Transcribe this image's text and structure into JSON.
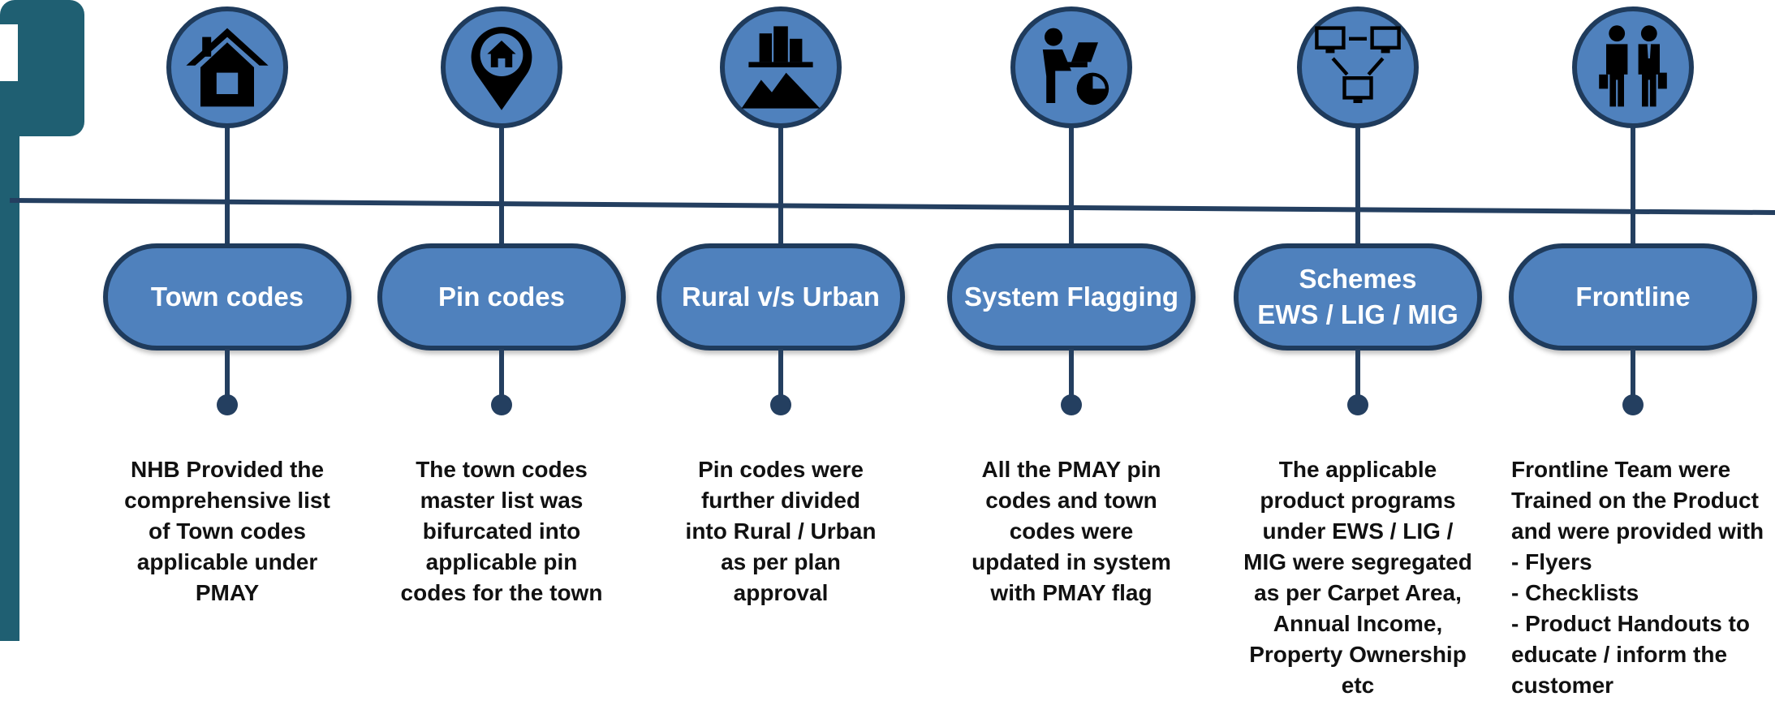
{
  "colors": {
    "fill": "#4f81bd",
    "outline": "#1f3b5c",
    "line": "#243f60",
    "side_bar": "#1f5f72",
    "text_on_fill": "#ffffff",
    "body_text": "#111111"
  },
  "steps": [
    {
      "icon": "house-icon",
      "label": "Town codes",
      "description": "NHB Provided the\ncomprehensive list\nof Town codes\napplicable under\nPMAY"
    },
    {
      "icon": "location-pin-house-icon",
      "label": "Pin codes",
      "description": "The town codes\nmaster list was\nbifurcated into\napplicable pin\ncodes for the town"
    },
    {
      "icon": "city-and-mountains-icon",
      "label": "Rural v/s Urban",
      "description": "Pin codes were\nfurther divided\ninto Rural / Urban\nas per plan\napproval"
    },
    {
      "icon": "person-at-computer-icon",
      "label": "System Flagging",
      "description": "All the PMAY pin\ncodes and town\ncodes were\nupdated in system\nwith PMAY flag"
    },
    {
      "icon": "network-computers-icon",
      "label": "Schemes\nEWS / LIG / MIG",
      "description": "The applicable\nproduct programs\nunder EWS / LIG /\nMIG  were segregated\nas per Carpet Area,\nAnnual Income,\nProperty Ownership\netc"
    },
    {
      "icon": "business-people-icon",
      "label": "Frontline",
      "description": "Frontline Team were\nTrained on the Product\nand were provided with\n- Flyers\n- Checklists\n- Product Handouts to\neducate / inform the\ncustomer"
    }
  ]
}
